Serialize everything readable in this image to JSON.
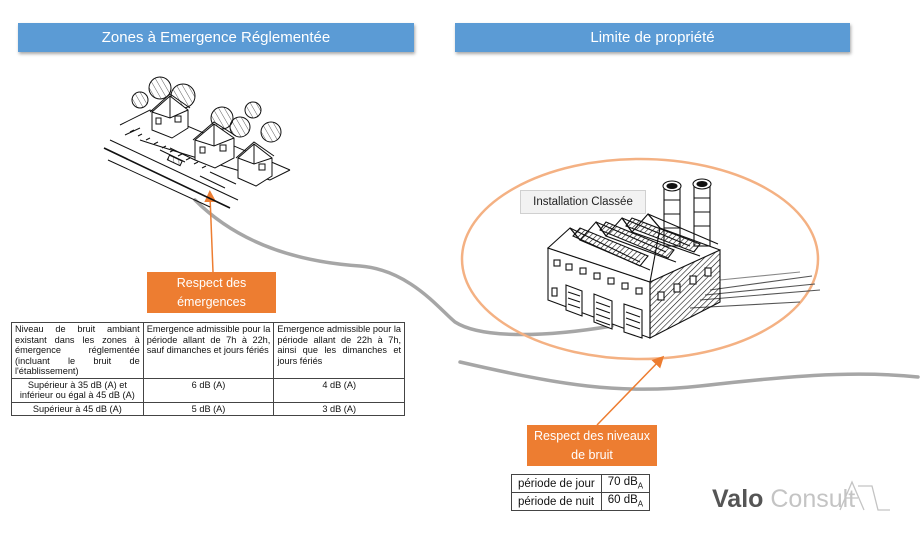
{
  "headers": {
    "left": "Zones à Emergence Réglementée",
    "right": "Limite de propriété"
  },
  "installation_label": "Installation Classée",
  "callouts": {
    "emergences_line1": "Respect des",
    "emergences_line2": "émergences",
    "niveaux_line1": "Respect des niveaux",
    "niveaux_line2": "de bruit"
  },
  "emergence_table": {
    "header": [
      "Niveau de bruit ambiant existant dans les zones à émergence réglementée (incluant le bruit de l'établissement)",
      "Emergence admissible pour la période allant de 7h à 22h, sauf dimanches et jours fériés",
      "Emergence admissible pour la période allant de 22h à 7h, ainsi que les dimanches et jours fériés"
    ],
    "rows": [
      [
        "Supérieur à 35 dB (A) et inférieur ou égal à 45 dB (A)",
        "6 dB (A)",
        "4 dB (A)"
      ],
      [
        "Supérieur à 45 dB (A)",
        "5 dB (A)",
        "3 dB (A)"
      ]
    ]
  },
  "levels_table": {
    "rows": [
      {
        "period": "période de jour",
        "value": "70 dB",
        "unit": "A"
      },
      {
        "period": "période de nuit",
        "value": "60 dB",
        "unit": "A"
      }
    ]
  },
  "logo": {
    "bold": "Valo",
    "light": "Consult"
  },
  "colors": {
    "header_blue": "#5b9bd5",
    "callout_orange": "#ed7d31",
    "ellipse_orange": "#f4b183",
    "road_gray": "#a6a6a6"
  },
  "icons": [
    "houses-sketch-icon",
    "factory-sketch-icon",
    "logo-mark-icon"
  ]
}
